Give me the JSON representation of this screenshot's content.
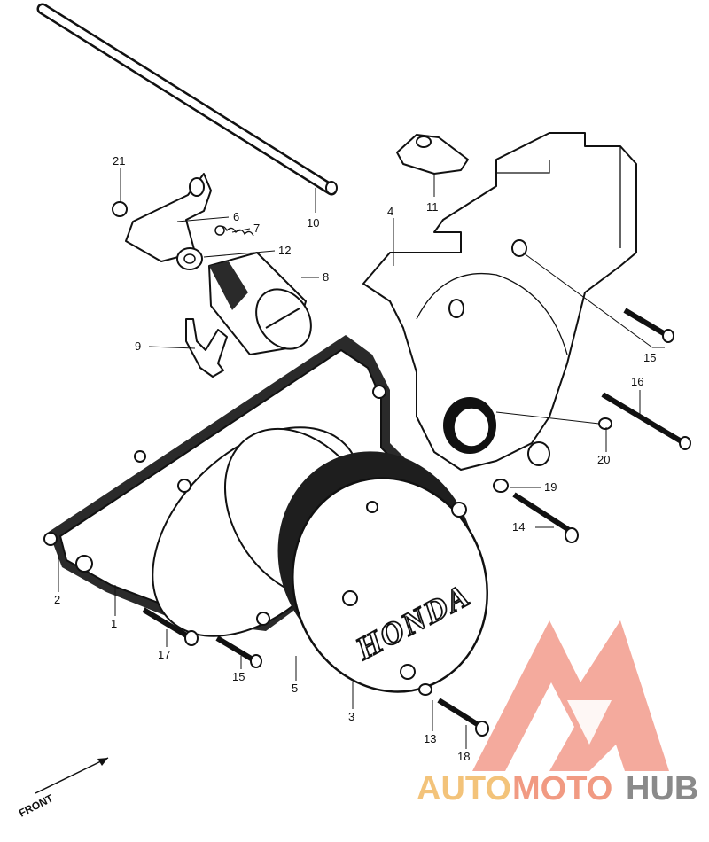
{
  "diagram": {
    "callouts": [
      {
        "id": "c1",
        "label": "1"
      },
      {
        "id": "c2",
        "label": "2"
      },
      {
        "id": "c3",
        "label": "3"
      },
      {
        "id": "c4",
        "label": "4"
      },
      {
        "id": "c5",
        "label": "5"
      },
      {
        "id": "c6",
        "label": "6"
      },
      {
        "id": "c7",
        "label": "7"
      },
      {
        "id": "c8",
        "label": "8"
      },
      {
        "id": "c9",
        "label": "9"
      },
      {
        "id": "c10",
        "label": "10"
      },
      {
        "id": "c11",
        "label": "11"
      },
      {
        "id": "c12",
        "label": "12"
      },
      {
        "id": "c13",
        "label": "13"
      },
      {
        "id": "c14",
        "label": "14"
      },
      {
        "id": "c15a",
        "label": "15"
      },
      {
        "id": "c15b",
        "label": "15"
      },
      {
        "id": "c16",
        "label": "16"
      },
      {
        "id": "c17",
        "label": "17"
      },
      {
        "id": "c18",
        "label": "18"
      },
      {
        "id": "c19",
        "label": "19"
      },
      {
        "id": "c20",
        "label": "20"
      },
      {
        "id": "c21",
        "label": "21"
      }
    ],
    "cover_logo": "HONDA",
    "direction_label": "FRONT"
  },
  "watermark": {
    "word_auto": "AUTO",
    "word_moto": "MOTO",
    "word_hub": "HUB",
    "colors": {
      "auto": "#f3c37a",
      "moto": "#f19a82",
      "hub": "#8a8a8a",
      "logo": "#f29b8c"
    }
  }
}
